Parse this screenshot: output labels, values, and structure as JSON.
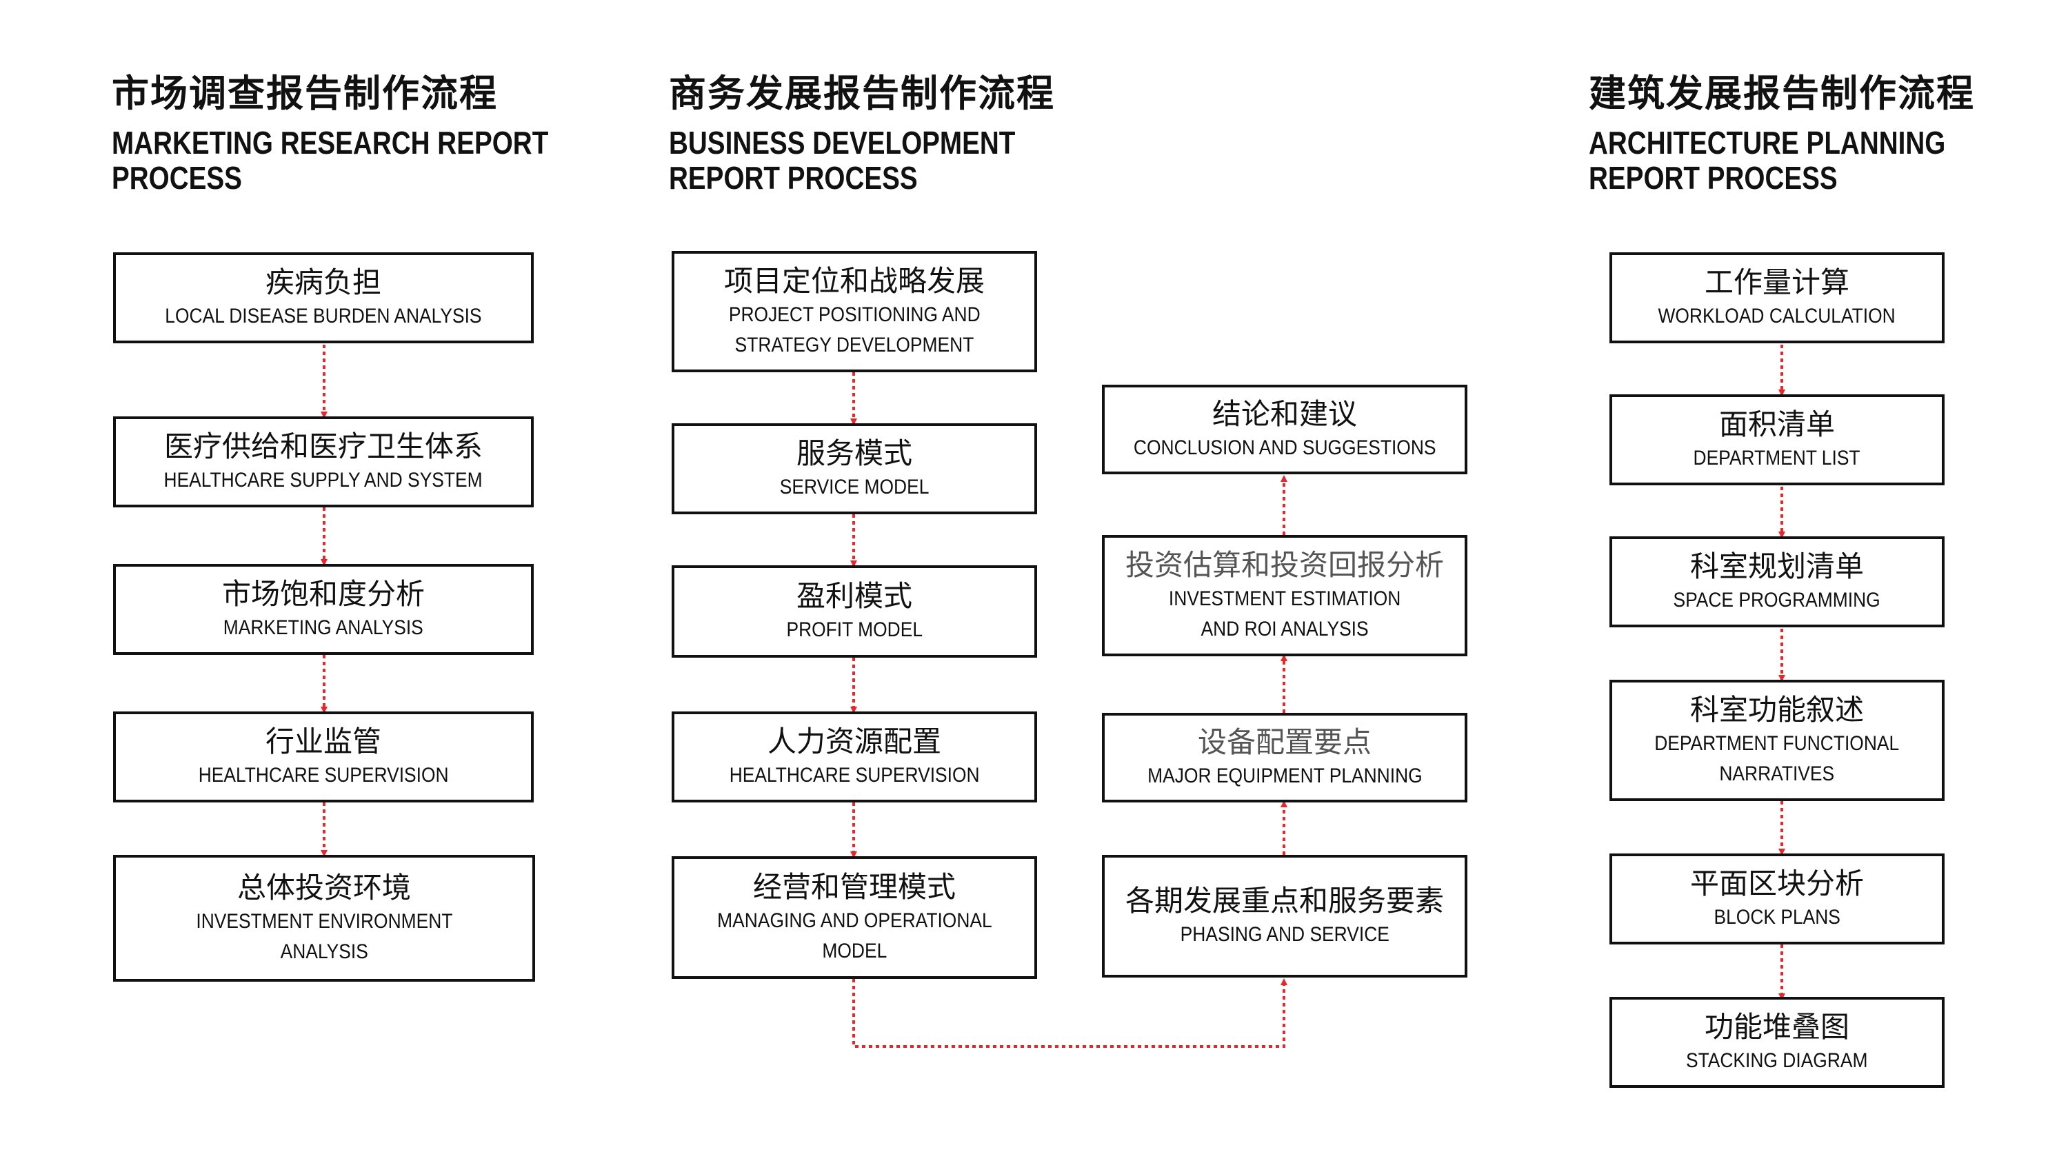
{
  "colors": {
    "connector": "#e8262b",
    "border": "#111111",
    "text": "#111111",
    "muted": "#555555"
  },
  "columns": {
    "marketing": {
      "title_cn": "市场调查报告制作流程",
      "title_en_1": "MARKETING RESEARCH REPORT",
      "title_en_2": "PROCESS",
      "steps": [
        {
          "cn": "疾病负担",
          "en_1": "LOCAL DISEASE BURDEN ANALYSIS"
        },
        {
          "cn": "医疗供给和医疗卫生体系",
          "en_1": "HEALTHCARE SUPPLY AND SYSTEM"
        },
        {
          "cn": "市场饱和度分析",
          "en_1": "MARKETING ANALYSIS"
        },
        {
          "cn": "行业监管",
          "en_1": "HEALTHCARE SUPERVISION"
        },
        {
          "cn": "总体投资环境",
          "en_1": "INVESTMENT ENVIRONMENT",
          "en_2": "ANALYSIS"
        }
      ]
    },
    "business": {
      "title_cn": "商务发展报告制作流程",
      "title_en_1": "BUSINESS DEVELOPMENT",
      "title_en_2": "REPORT PROCESS",
      "steps_left": [
        {
          "cn": "项目定位和战略发展",
          "en_1": "PROJECT POSITIONING AND",
          "en_2": "STRATEGY DEVELOPMENT"
        },
        {
          "cn": "服务模式",
          "en_1": "SERVICE MODEL"
        },
        {
          "cn": "盈利模式",
          "en_1": "PROFIT MODEL"
        },
        {
          "cn": "人力资源配置",
          "en_1": "HEALTHCARE SUPERVISION"
        },
        {
          "cn": "经营和管理模式",
          "en_1": "MANAGING AND OPERATIONAL",
          "en_2": "MODEL"
        }
      ],
      "steps_right": [
        {
          "cn": "结论和建议",
          "en_1": "CONCLUSION AND SUGGESTIONS"
        },
        {
          "cn": "投资估算和投资回报分析",
          "en_1": "INVESTMENT ESTIMATION",
          "en_2": "AND ROI ANALYSIS"
        },
        {
          "cn": "设备配置要点",
          "en_1": "MAJOR EQUIPMENT PLANNING"
        },
        {
          "cn": "各期发展重点和服务要素",
          "en_1": "PHASING AND SERVICE"
        }
      ]
    },
    "architecture": {
      "title_cn": "建筑发展报告制作流程",
      "title_en_1": "ARCHITECTURE PLANNING",
      "title_en_2": "REPORT PROCESS",
      "steps": [
        {
          "cn": "工作量计算",
          "en_1": "WORKLOAD CALCULATION"
        },
        {
          "cn": "面积清单",
          "en_1": "DEPARTMENT LIST"
        },
        {
          "cn": "科室规划清单",
          "en_1": "SPACE PROGRAMMING"
        },
        {
          "cn": "科室功能叙述",
          "en_1": "DEPARTMENT FUNCTIONAL",
          "en_2": "NARRATIVES"
        },
        {
          "cn": "平面区块分析",
          "en_1": "BLOCK PLANS"
        },
        {
          "cn": "功能堆叠图",
          "en_1": "STACKING DIAGRAM"
        }
      ]
    }
  }
}
